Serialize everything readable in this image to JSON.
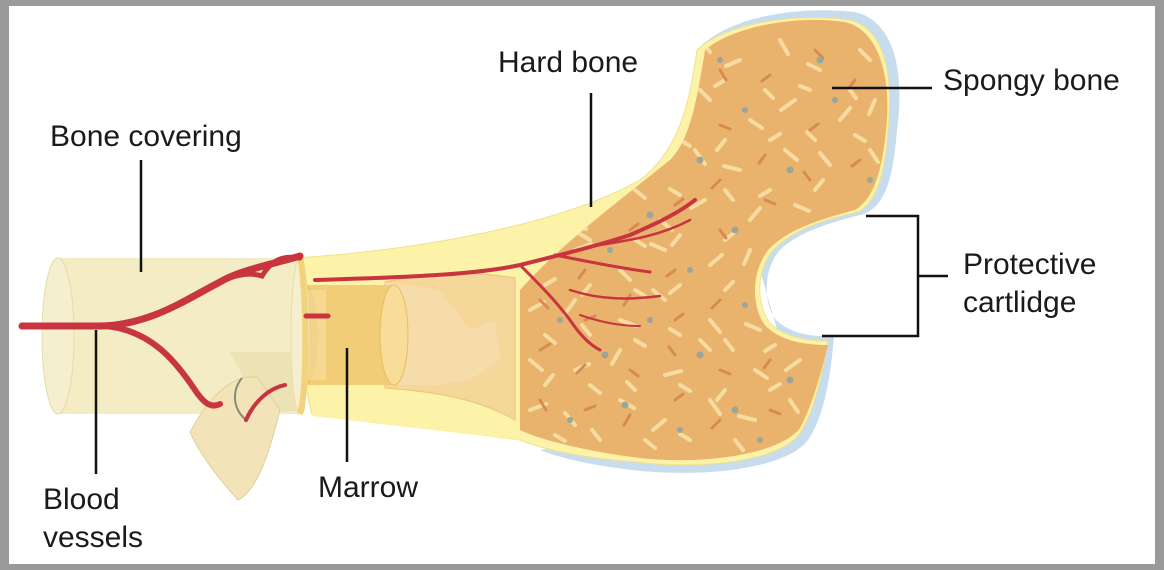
{
  "labels": {
    "hard_bone": "Hard bone",
    "spongy_bone": "Spongy bone",
    "bone_covering": "Bone covering",
    "protective_cartilage": "Protective\ncartlidge",
    "blood_vessels": "Blood\nvessels",
    "marrow": "Marrow"
  },
  "colors": {
    "background": "#ffffff",
    "frame": "#9a9a9a",
    "bone_covering": "#f4ecc4",
    "hard_bone": "#fcf2a8",
    "spongy_fill": "#e9b36e",
    "spongy_fiber": "#f6dca0",
    "spongy_dark": "#d98a52",
    "spongy_spots": "#9aa69b",
    "marrow": "#f2cd78",
    "cartilage": "#c7ddee",
    "blood_vessel": "#c8343f",
    "leader_line": "#111111"
  }
}
